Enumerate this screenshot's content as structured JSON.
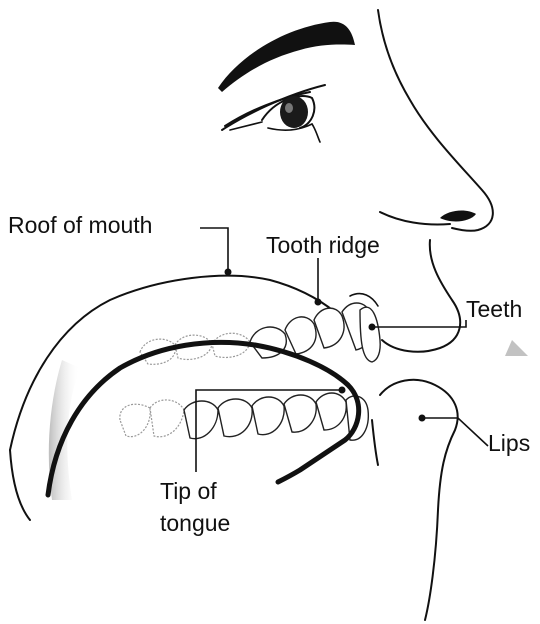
{
  "figure": {
    "labels": {
      "roof_of_mouth": "Roof of mouth",
      "tooth_ridge": "Tooth ridge",
      "teeth": "Teeth",
      "lips": "Lips",
      "tip_of_tongue_line1": "Tip of",
      "tip_of_tongue_line2": "tongue"
    }
  }
}
